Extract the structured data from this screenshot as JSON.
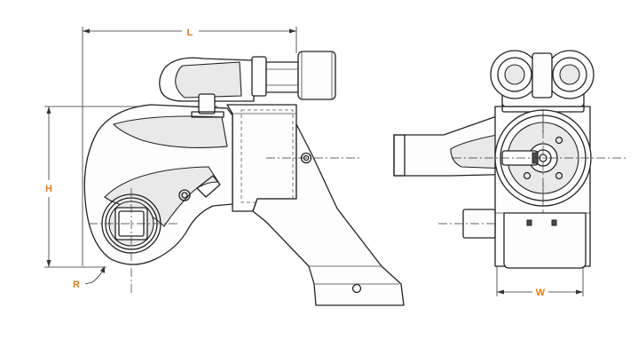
{
  "diagram": {
    "accent_color": "#e07b1a",
    "labels": {
      "length": "L",
      "height": "H",
      "width": "W",
      "radius": "R"
    }
  }
}
